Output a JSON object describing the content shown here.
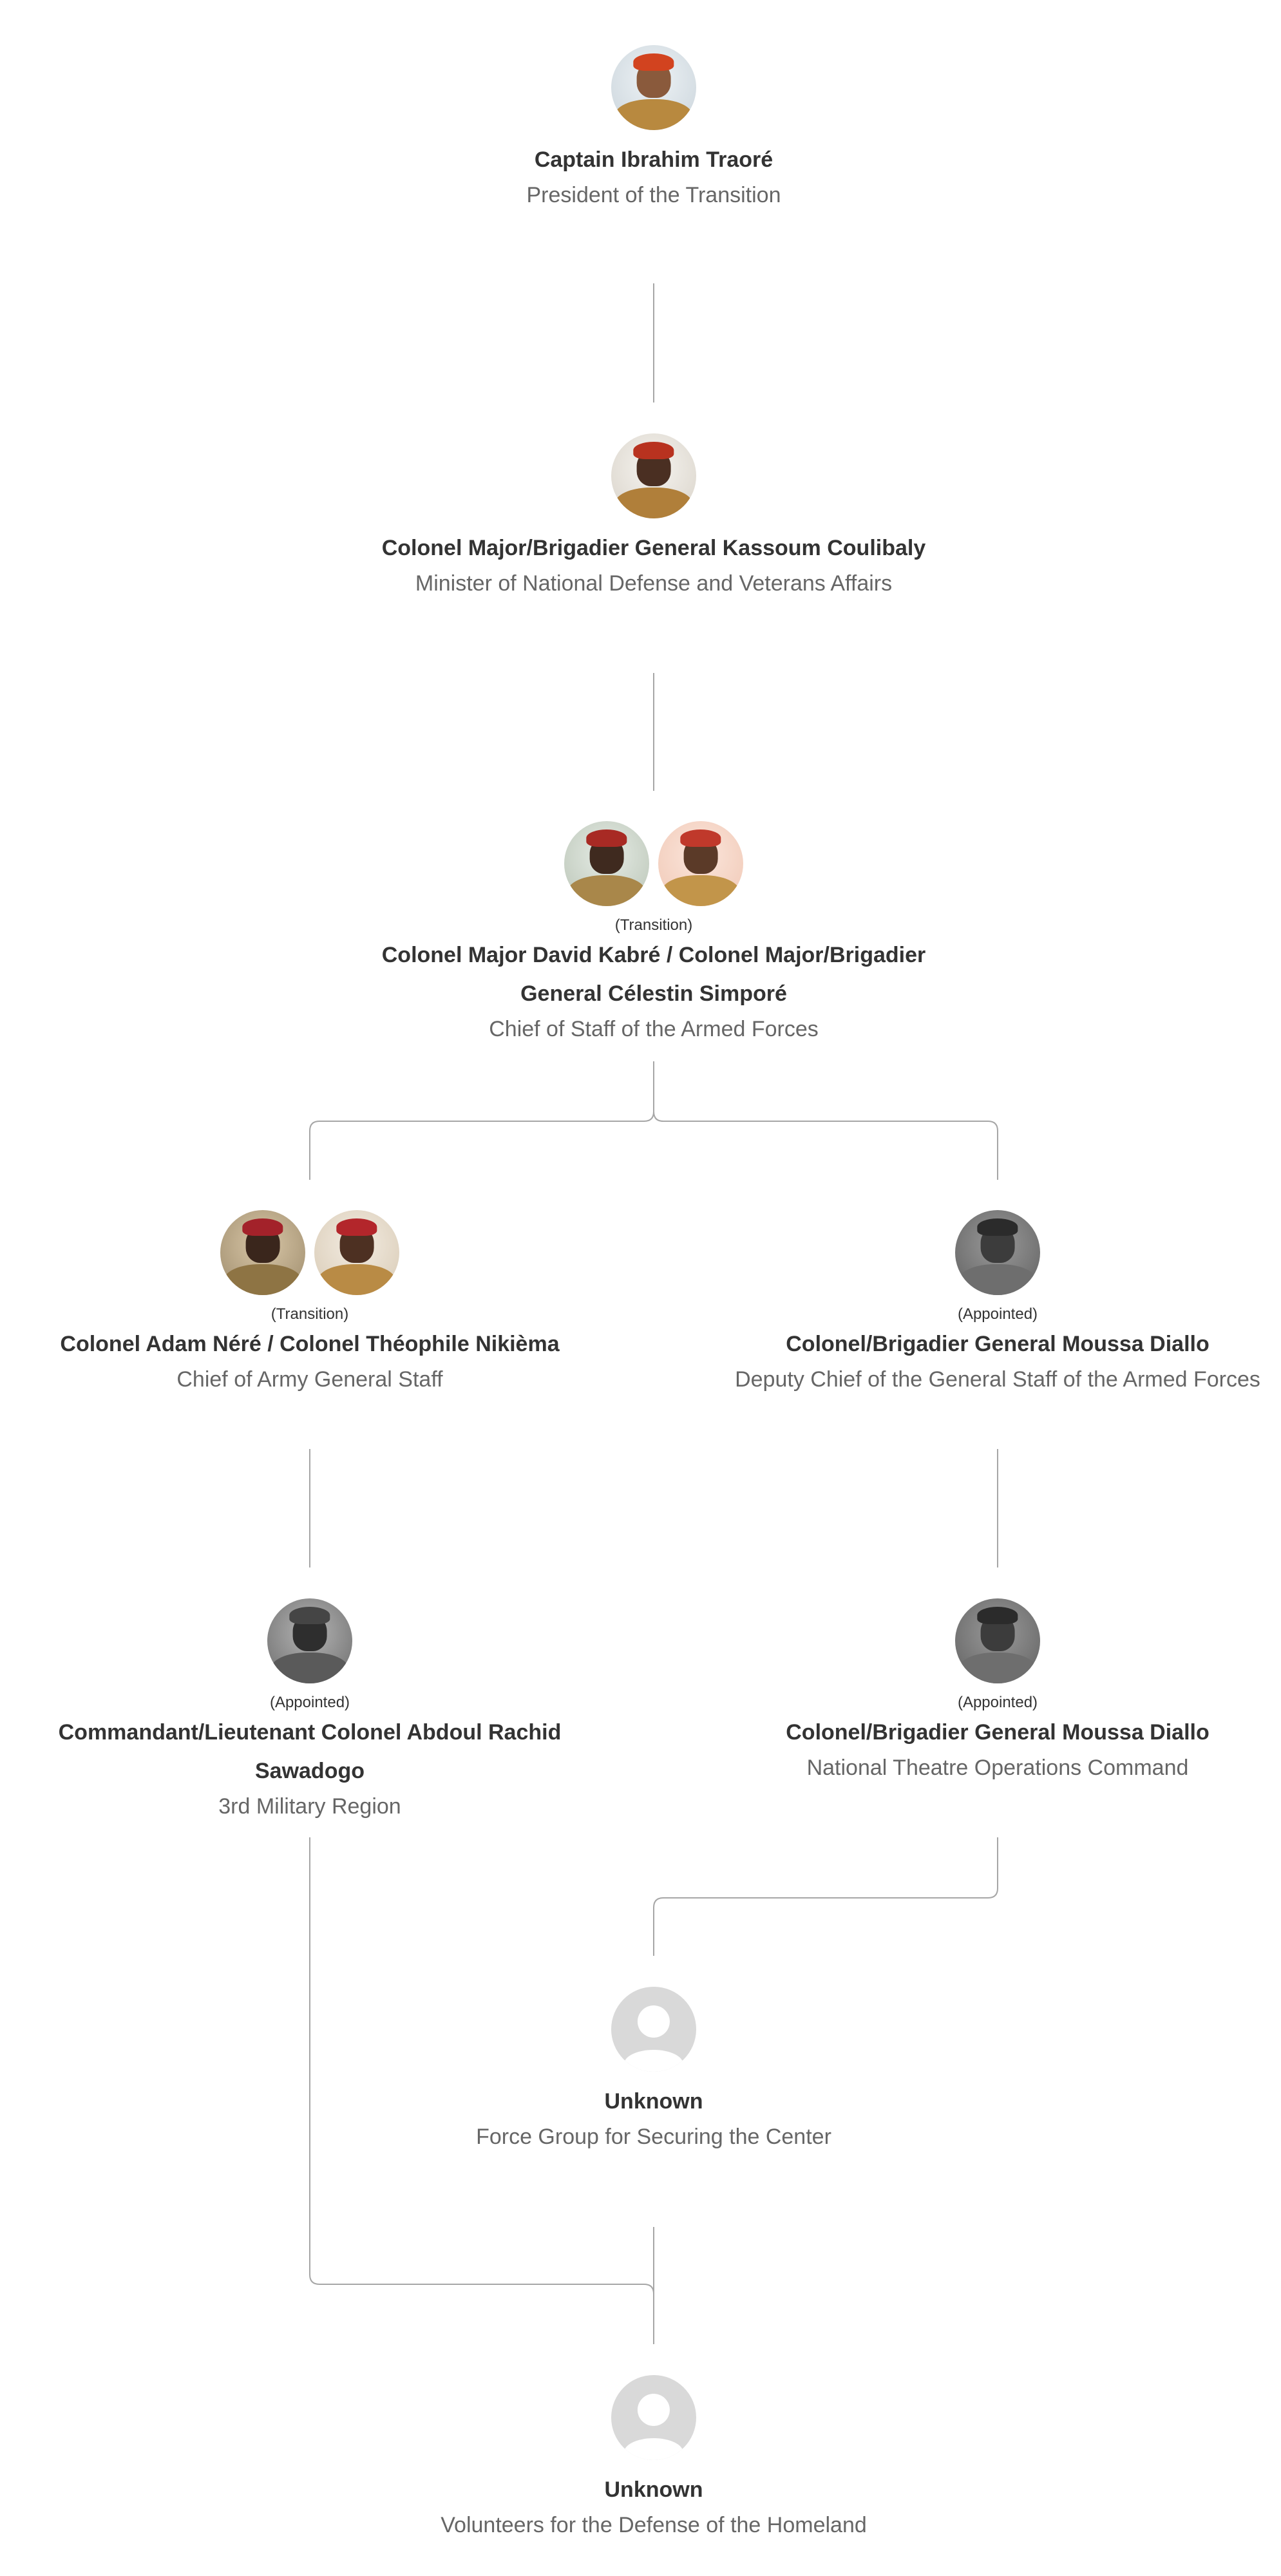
{
  "nodes": {
    "president": {
      "note": "",
      "name": "Captain Ibrahim Traoré",
      "role": "President of the Transition",
      "avatar_icons": [
        "officer-photo-red-beret"
      ]
    },
    "defense_minister": {
      "note": "",
      "name": "Colonel Major/Brigadier General Kassoum Coulibaly",
      "role": "Minister of National Defense and Veterans Affairs",
      "avatar_icons": [
        "officer-photo-red-beret"
      ]
    },
    "chief_of_staff": {
      "note": "(Transition)",
      "name": "Colonel Major David Kabré / Colonel Major/Brigadier General Célestin Simporé",
      "role": "Chief of Staff of the Armed Forces",
      "avatar_icons": [
        "officer-photo-red-beret",
        "officer-photo-red-beret"
      ]
    },
    "army_chief": {
      "note": "(Transition)",
      "name": "Colonel Adam Néré / Colonel Théophile Nikièma",
      "role": "Chief of Army General Staff",
      "avatar_icons": [
        "officer-photo-red-beret",
        "officer-photo-red-beret"
      ]
    },
    "deputy_chief": {
      "note": "(Appointed)",
      "name": "Colonel/Brigadier General Moussa Diallo",
      "role": "Deputy Chief of the General Staff of the Armed Forces",
      "avatar_icons": [
        "officer-photo-grayscale"
      ]
    },
    "military_region": {
      "note": "(Appointed)",
      "name": "Commandant/Lieutenant Colonel Abdoul Rachid Sawadogo",
      "role": "3rd Military Region",
      "avatar_icons": [
        "officer-photo-grayscale"
      ]
    },
    "theatre_command": {
      "note": "(Appointed)",
      "name": "Colonel/Brigadier General Moussa Diallo",
      "role": "National Theatre Operations Command",
      "avatar_icons": [
        "officer-photo-grayscale"
      ]
    },
    "force_group": {
      "note": "",
      "name": "Unknown",
      "role": "Force Group for Securing the Center",
      "avatar_icons": [
        "person-placeholder-icon"
      ]
    },
    "volunteers": {
      "note": "",
      "name": "Unknown",
      "role": "Volunteers for the Defense of the Homeland",
      "avatar_icons": [
        "person-placeholder-icon"
      ]
    }
  },
  "colors": {
    "connector": "#a6a6a6",
    "name_text": "#333333",
    "role_text": "#666666",
    "placeholder_bg": "#d9d9d9",
    "beret": "#c0392b",
    "camouflage": "#b8893f"
  }
}
